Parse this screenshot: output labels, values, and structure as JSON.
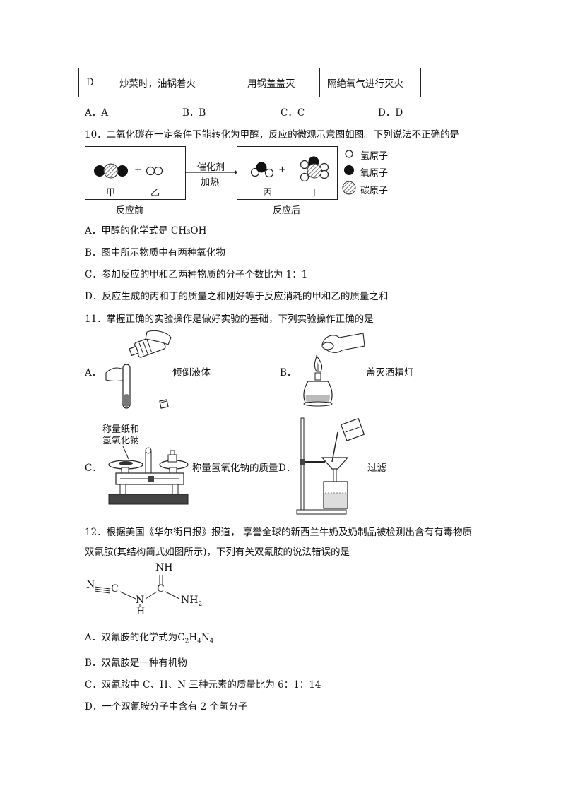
{
  "table_row": {
    "c1": "D",
    "c2": "炒菜时，油锅着火",
    "c3": "用锅盖盖灭",
    "c4": "隔绝氧气进行灭火"
  },
  "q9_options": [
    "A．A",
    "B．B",
    "C．C",
    "D．D"
  ],
  "q10": {
    "stem": "10．二氧化碳在一定条件下能转化为甲醇，反应的微观示意图如图。下列说法不正确的是",
    "label_jia": "甲",
    "label_yi": "乙",
    "label_bing": "丙",
    "label_ding": "丁",
    "plus": "+",
    "catalyst": "催化剂",
    "heat": "加热",
    "before": "反应前",
    "after": "反应后",
    "legend": [
      "氢原子",
      "氧原子",
      "碳原子"
    ],
    "options": [
      "A．甲醇的化学式是 CH₃OH",
      "B．图中所示物质中有两种氧化物",
      "C．参加反应的甲和乙两种物质的分子个数比为 1：1",
      "D．反应生成的丙和丁的质量之和刚好等于反应消耗的甲和乙的质量之和"
    ]
  },
  "q11": {
    "stem": "11．掌握正确的实验操作是做好实验的基础，下列实验操作正确的是",
    "A_letter": "A．",
    "A_text": "倾倒液体",
    "B_letter": "B．",
    "B_text": "盖灭酒精灯",
    "C_letter": "C．",
    "C_text": "称量氢氧化钠的质量",
    "C_note1": "称量纸和",
    "C_note2": "氢氧化钠",
    "D_letter": "D．",
    "D_text": "过滤"
  },
  "q12": {
    "stem1": "12．根据美国《华尔街日报》报道， 享誉全球的新西兰牛奶及奶制品被检测出含有有毒物质",
    "stem2": "双氰胺(其结构简式如图所示)，下列有关双氰胺的说法错误的是",
    "struct": {
      "N": "N",
      "C": "C",
      "NH": "NH",
      "NH2": "NH",
      "H": "H",
      "sub2": "2"
    },
    "optA_pre": "A．双氰胺的化学式为C",
    "optA_s1": "2",
    "optA_h": "H",
    "optA_s2": "4",
    "optA_n": "N",
    "optA_s3": "4",
    "optB": "B．双氰胺是一种有机物",
    "optC": "C．双氰胺中 C、H、N 三种元素的质量比为 6：1：14",
    "optD": "D．一个双氰胺分子中含有 2 个氢分子"
  }
}
